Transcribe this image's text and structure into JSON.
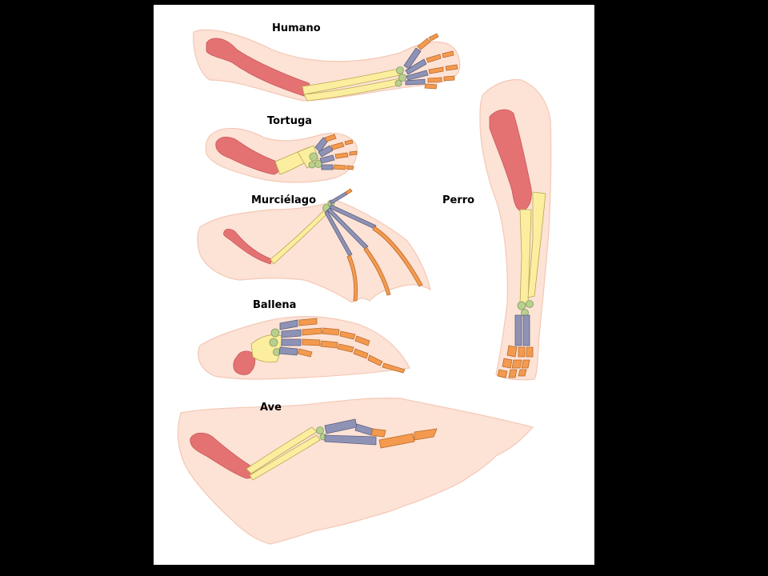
{
  "labels": {
    "humano": "Humano",
    "tortuga": "Tortuga",
    "murcielago": "Murciélago",
    "ballena": "Ballena",
    "perro": "Perro",
    "ave": "Ave"
  },
  "colors": {
    "background": "#000000",
    "panel": "#ffffff",
    "skin": "#fde2d6",
    "humerus": "#e57272",
    "radius_ulna": "#fbee9e",
    "carpals": "#b9cf8e",
    "metacarpals": "#8e93b6",
    "phalanges": "#f49a4e"
  }
}
